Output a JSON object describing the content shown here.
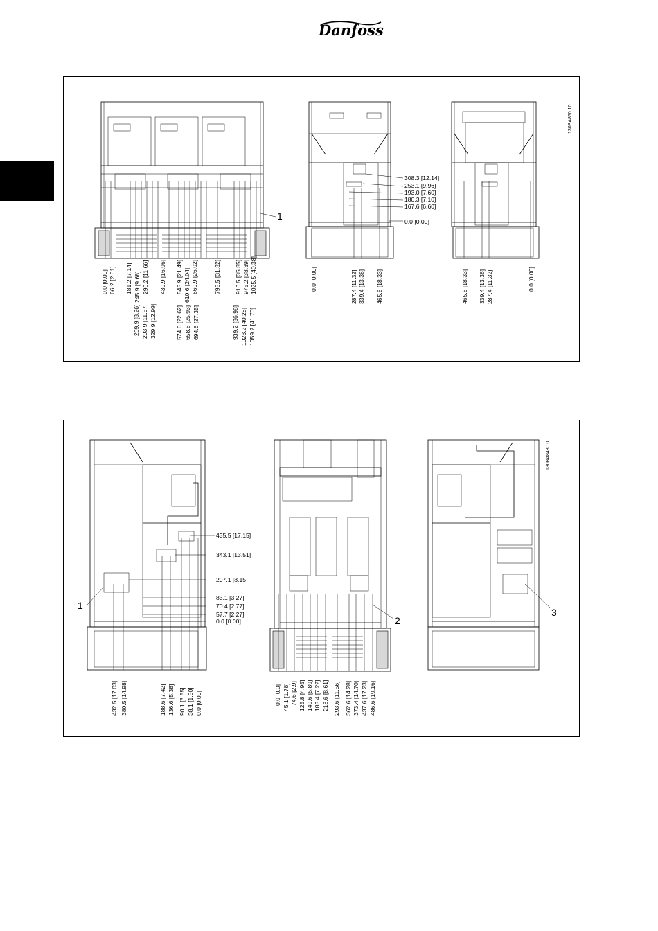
{
  "header": {
    "brand": "Danfoss"
  },
  "figure1": {
    "code": "130BA850.10",
    "callout": "1",
    "front_bottom_dims": [
      "0.0 [0.00]",
      "66.2 [2.61]",
      "181.2 [7.14]",
      "245.9 [9.68]",
      "296.2 [11.66]",
      "430.9 [16.96]",
      "545.9 [21.49]",
      "610.6 [24.04]",
      "660.9 [26.02]",
      "795.5 [31.32]",
      "910.5 [35.85]",
      "975.2 [38.39]",
      "1025.5 [40.38]"
    ],
    "front_lower_dims": [
      "209.9 [8.26]",
      "293.9 [11.57]",
      "329.9 [12.99]",
      "574.6 [22.62]",
      "658.6 [25.93]",
      "694.6 [27.35]",
      "939.2 [36.98]",
      "1023.2 [40.28]",
      "1059.2 [41.70]"
    ],
    "side_right_dims": [
      "308.3 [12.14]",
      "253.1 [9.96]",
      "193.0 [7.60]",
      "180.3 [7.10]",
      "167.6 [6.60]",
      "0.0 [0.00]"
    ],
    "side_bottom_dims": [
      "0.0 [0.00]",
      "287.4 [11.32]",
      "339.4 [13.36]",
      "465.6 [18.33]"
    ],
    "rear_bottom_dims": [
      "465.6 [18.33]",
      "339.4 [13.36]",
      "287.4 [11.32]",
      "0.0 [0.00]"
    ]
  },
  "figure2": {
    "code": "130BA848.10",
    "callouts": [
      "1",
      "2",
      "3"
    ],
    "left_right_dims": [
      "435.5 [17.15]",
      "343.1 [13.51]",
      "207.1 [8.15]",
      "83.1 [3.27]",
      "70.4 [2.77]",
      "57.7 [2.27]",
      "0.0 [0.00]"
    ],
    "left_bottom_dims": [
      "432.5 [17.03]",
      "380.5 [14.98]",
      "188.6 [7.42]",
      "136.6 [5.38]",
      "90.1 [3.55]",
      "38.1 [1.50]",
      "0.0 [0.00]"
    ],
    "middle_bottom_dims": [
      "0.0 [0.0]",
      "45.1 [1.78]",
      "74.6 [2.9]",
      "125.8 [4.95]",
      "149.6 [5.89]",
      "183.4 [7.22]",
      "218.6 [8.61]",
      "293.6 [11.56]",
      "362.6 [14.28]",
      "373.4 [14.70]",
      "437.6 [17.23]",
      "486.6 [19.16]"
    ]
  }
}
